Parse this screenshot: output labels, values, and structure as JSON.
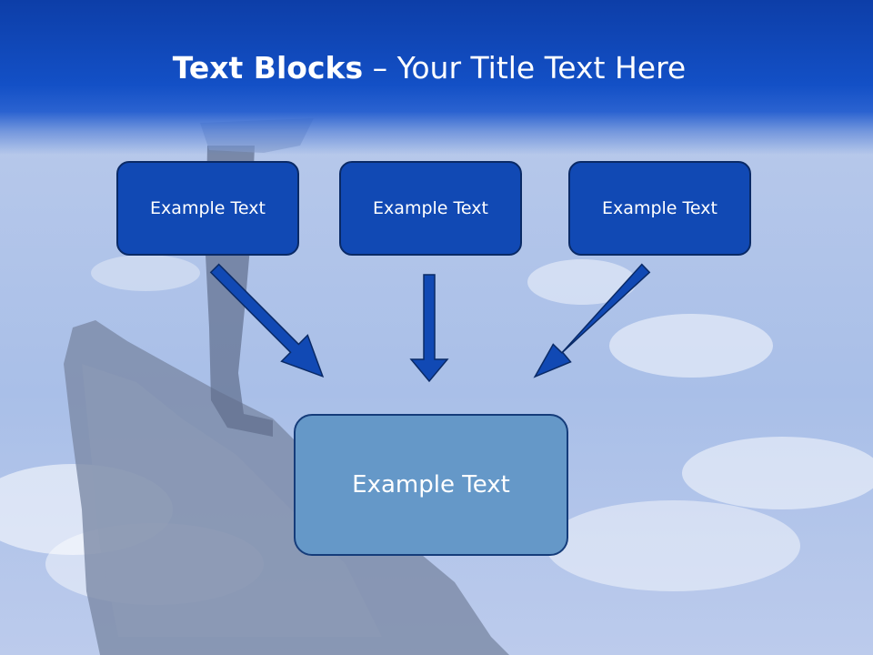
{
  "title": {
    "bold": "Text Blocks",
    "dash": " – ",
    "rest": "Your Title Text Here"
  },
  "boxes": [
    "Example Text",
    "Example Text",
    "Example Text"
  ],
  "center_box": "Example Text",
  "colors": {
    "title_band": "#0d3ea8",
    "box_fill": "#1149b4",
    "center_fill": "#6598c8",
    "arrow": "#1149b4"
  }
}
